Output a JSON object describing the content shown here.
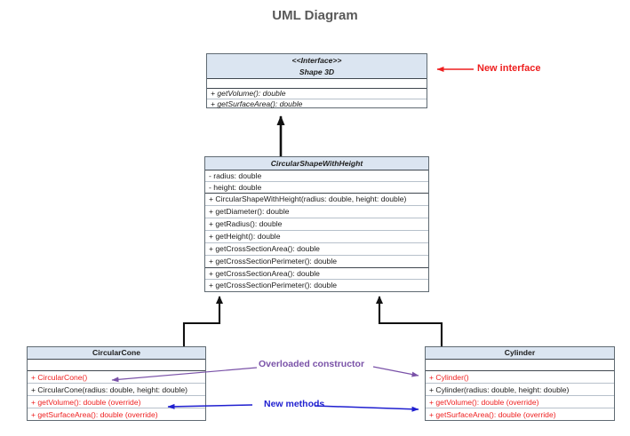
{
  "title": "UML Diagram",
  "colors": {
    "header_fill": "#dbe5f1",
    "ink": "#1c1c1c",
    "red": "#ee1f1f",
    "purple": "#7a52a8",
    "blue": "#1f1fd0",
    "title_gray": "#595959",
    "box_border": "#5f6a72",
    "arrow_black": "#111111"
  },
  "interface_box": {
    "stereotype": "<<Interface>>",
    "name": "Shape 3D",
    "methods": [
      "+ getVolume(): double",
      "+ getSurfaceArea(): double"
    ]
  },
  "middle_class": {
    "name": "CircularShapeWithHeight",
    "attributes": [
      "- radius: double",
      "- height: double"
    ],
    "methods": [
      "+ CircularShapeWithHeight(radius: double, height: double)",
      "+ getDiameter(): double",
      "+ getRadius(): double",
      "+ getHeight(): double",
      "+ getCrossSectionArea(): double",
      "+ getCrossSectionPerimeter(): double"
    ],
    "abstract_methods": [
      "+ getCrossSectionArea(): double",
      "+ getCrossSectionPerimeter(): double"
    ]
  },
  "circular_cone": {
    "name": "CircularCone",
    "methods": [
      {
        "text": "+ CircularCone()",
        "color": "red"
      },
      {
        "text": "+ CircularCone(radius: double, height: double)",
        "color": "black"
      },
      {
        "text": "+ getVolume(): double (override)",
        "color": "red"
      },
      {
        "text": "+ getSurfaceArea(): double (override)",
        "color": "red"
      }
    ]
  },
  "cylinder": {
    "name": "Cylinder",
    "methods": [
      {
        "text": "+ Cylinder()",
        "color": "red"
      },
      {
        "text": "+ Cylinder(radius: double, height: double)",
        "color": "black"
      },
      {
        "text": "+ getVolume(): double (override)",
        "color": "red"
      },
      {
        "text": "+ getSurfaceArea(): double (override)",
        "color": "red"
      }
    ]
  },
  "annotations": {
    "new_interface": "New interface",
    "overloaded_constructor": "Overloaded constructor",
    "new_methods": "New methods"
  }
}
